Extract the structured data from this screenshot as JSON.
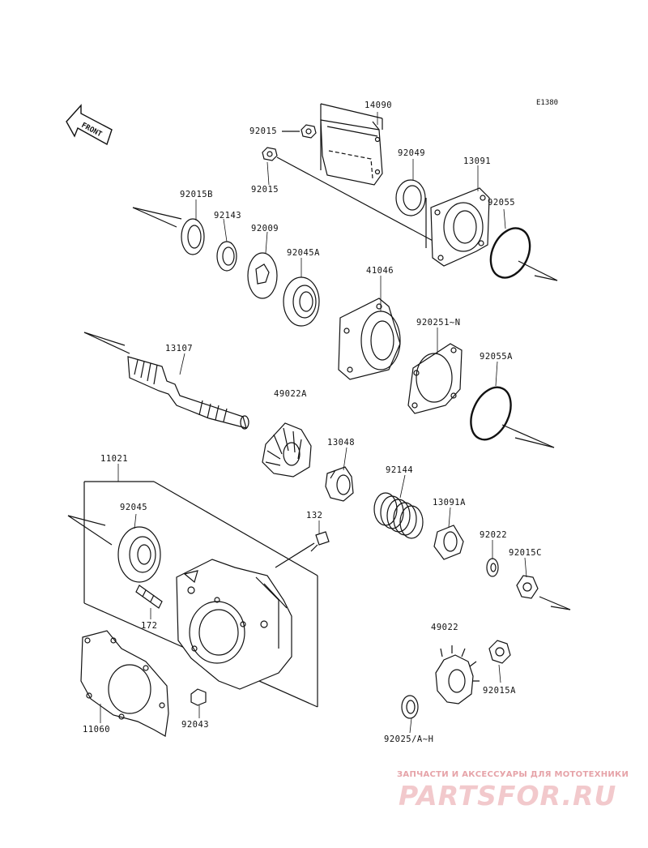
{
  "diagram_code": "E1380",
  "front_arrow_label": "FRONT",
  "parts": {
    "p14090": "14090",
    "p92015_top": "92015",
    "p92015_nut": "92015",
    "p92049": "92049",
    "p13091": "13091",
    "p92055": "92055",
    "p92015B": "92015B",
    "p92143": "92143",
    "p92009": "92009",
    "p92045A": "92045A",
    "p41046": "41046",
    "p92025I_N": "920251~N",
    "p92055A": "92055A",
    "p13107": "13107",
    "p49022A": "49022A",
    "p13048": "13048",
    "p92144": "92144",
    "p13091A": "13091A",
    "p92022": "92022",
    "p92015C": "92015C",
    "p11021": "11021",
    "p92045": "92045",
    "p132": "132",
    "p172": "172",
    "p49022": "49022",
    "p92015A": "92015A",
    "p11060": "11060",
    "p92043": "92043",
    "p92025A_H": "92025/A~H"
  },
  "watermark": {
    "tagline": "ЗАПЧАСТИ И АКСЕССУАРЫ ДЛЯ МОТОТЕХНИКИ",
    "brand": "PARTSFOR.RU"
  },
  "colors": {
    "line": "#111111",
    "watermark_tagline": "#e6a3a8",
    "watermark_brand": "#f2c9cc"
  }
}
